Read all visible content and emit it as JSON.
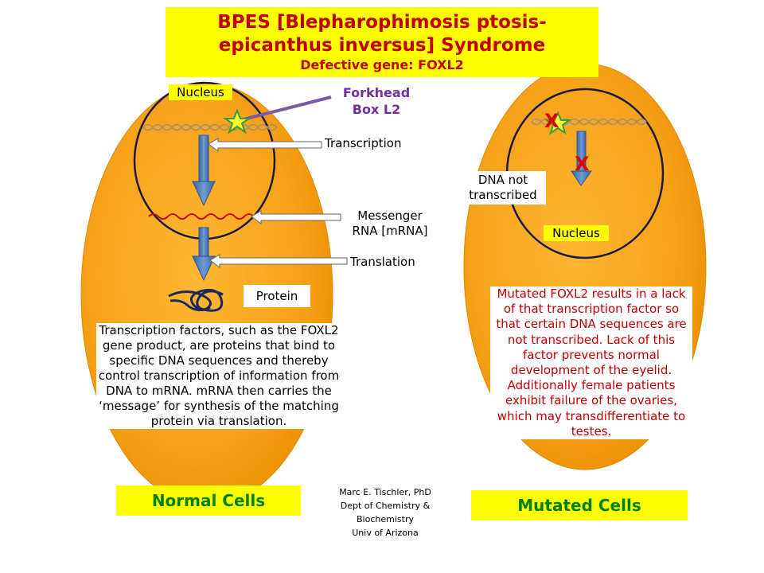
{
  "title": {
    "line1": "BPES [Blepharophimosis ptosis-",
    "line2": "epicanthus inversus] Syndrome",
    "subtitle": "Defective gene: FOXL2"
  },
  "normal": {
    "nucleus_label": "Nucleus",
    "forkhead_line1": "Forkhead",
    "forkhead_line2": "Box L2",
    "transcription_label": "Transcription",
    "mrna_line1": "Messenger",
    "mrna_line2": "RNA [mRNA]",
    "translation_label": "Translation",
    "protein_label": "Protein",
    "description": "Transcription factors, such as the FOXL2 gene product, are proteins that bind to specific DNA sequences and thereby control transcription of information from DNA to mRNA. mRNA then carries the ‘message’ for synthesis of the matching protein via translation.",
    "caption": "Normal Cells"
  },
  "mutated": {
    "x_mark": "X",
    "dna_line1": "DNA not",
    "dna_line2": "transcribed",
    "nucleus_label": "Nucleus",
    "description": "Mutated FOXL2 results in a lack of that transcription factor so that certain DNA sequences are not transcribed. Lack of this factor prevents normal development of the eyelid. Additionally female patients exhibit failure of the ovaries, which may transdifferentiate to testes.",
    "caption": "Mutated Cells"
  },
  "credit": {
    "line1": "Marc  E. Tischler, PhD",
    "line2": "Dept of Chemistry &",
    "line3": "Biochemistry",
    "line4": "Univ of Arizona"
  },
  "colors": {
    "cell": "#f5a623",
    "title_bg": "#ffff00",
    "title_text": "#c00000",
    "caption_text": "#008000",
    "arrow": "#4f81bd",
    "forkhead_text": "#7030a0",
    "mutated_text": "#c00000"
  }
}
